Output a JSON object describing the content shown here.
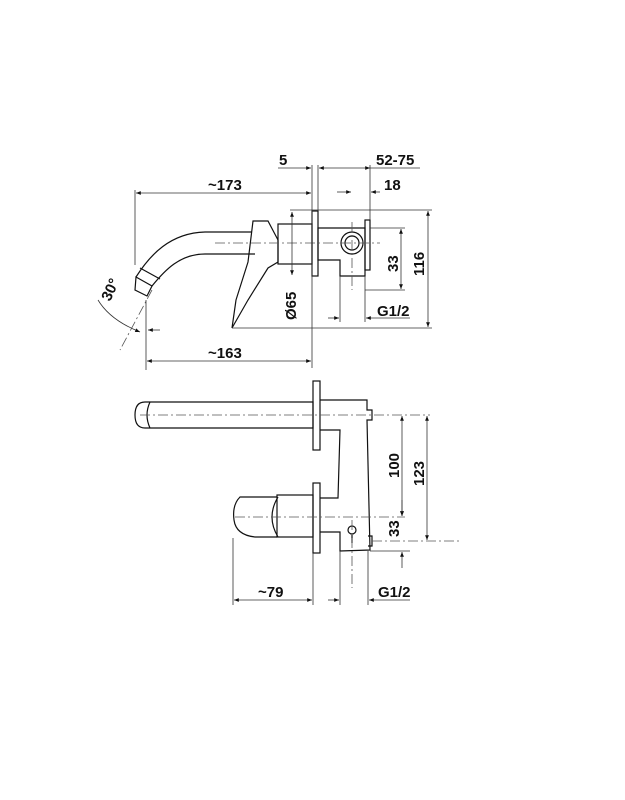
{
  "side_view": {
    "dims": {
      "wall_plate": "5",
      "depth_range": "52-75",
      "inlet_offset": "18",
      "spout_length": "~173",
      "spout_reach": "~163",
      "rosette_diameter": "Ø65",
      "inlet_height": "33",
      "total_height": "116",
      "thread": "G1/2",
      "angle": "30°"
    }
  },
  "front_view": {
    "dims": {
      "spout_to_handle": "100",
      "spout_to_inlet": "123",
      "inlet_height": "33",
      "handle_length": "~79",
      "thread": "G1/2"
    }
  }
}
